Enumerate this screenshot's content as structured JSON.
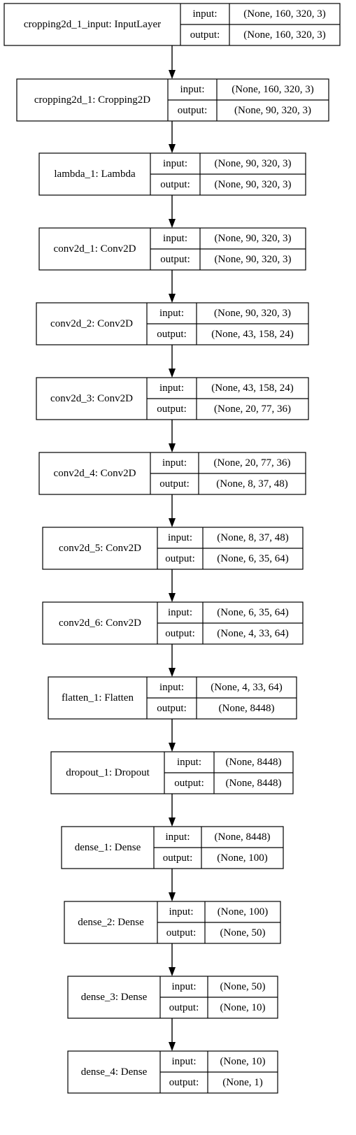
{
  "labels": {
    "input": "input:",
    "output": "output:"
  },
  "layers": [
    {
      "name": "cropping2d_1_input: InputLayer",
      "input": "(None, 160, 320, 3)",
      "output": "(None, 160, 320, 3)"
    },
    {
      "name": "cropping2d_1: Cropping2D",
      "input": "(None, 160, 320, 3)",
      "output": "(None, 90, 320, 3)"
    },
    {
      "name": "lambda_1: Lambda",
      "input": "(None, 90, 320, 3)",
      "output": "(None, 90, 320, 3)"
    },
    {
      "name": "conv2d_1: Conv2D",
      "input": "(None, 90, 320, 3)",
      "output": "(None, 90, 320, 3)"
    },
    {
      "name": "conv2d_2: Conv2D",
      "input": "(None, 90, 320, 3)",
      "output": "(None, 43, 158, 24)"
    },
    {
      "name": "conv2d_3: Conv2D",
      "input": "(None, 43, 158, 24)",
      "output": "(None, 20, 77, 36)"
    },
    {
      "name": "conv2d_4: Conv2D",
      "input": "(None, 20, 77, 36)",
      "output": "(None, 8, 37, 48)"
    },
    {
      "name": "conv2d_5: Conv2D",
      "input": "(None, 8, 37, 48)",
      "output": "(None, 6, 35, 64)"
    },
    {
      "name": "conv2d_6: Conv2D",
      "input": "(None, 6, 35, 64)",
      "output": "(None, 4, 33, 64)"
    },
    {
      "name": "flatten_1: Flatten",
      "input": "(None, 4, 33, 64)",
      "output": "(None, 8448)"
    },
    {
      "name": "dropout_1: Dropout",
      "input": "(None, 8448)",
      "output": "(None, 8448)"
    },
    {
      "name": "dense_1: Dense",
      "input": "(None, 8448)",
      "output": "(None, 100)"
    },
    {
      "name": "dense_2: Dense",
      "input": "(None, 100)",
      "output": "(None, 50)"
    },
    {
      "name": "dense_3: Dense",
      "input": "(None, 50)",
      "output": "(None, 10)"
    },
    {
      "name": "dense_4: Dense",
      "input": "(None, 10)",
      "output": "(None, 1)"
    }
  ]
}
